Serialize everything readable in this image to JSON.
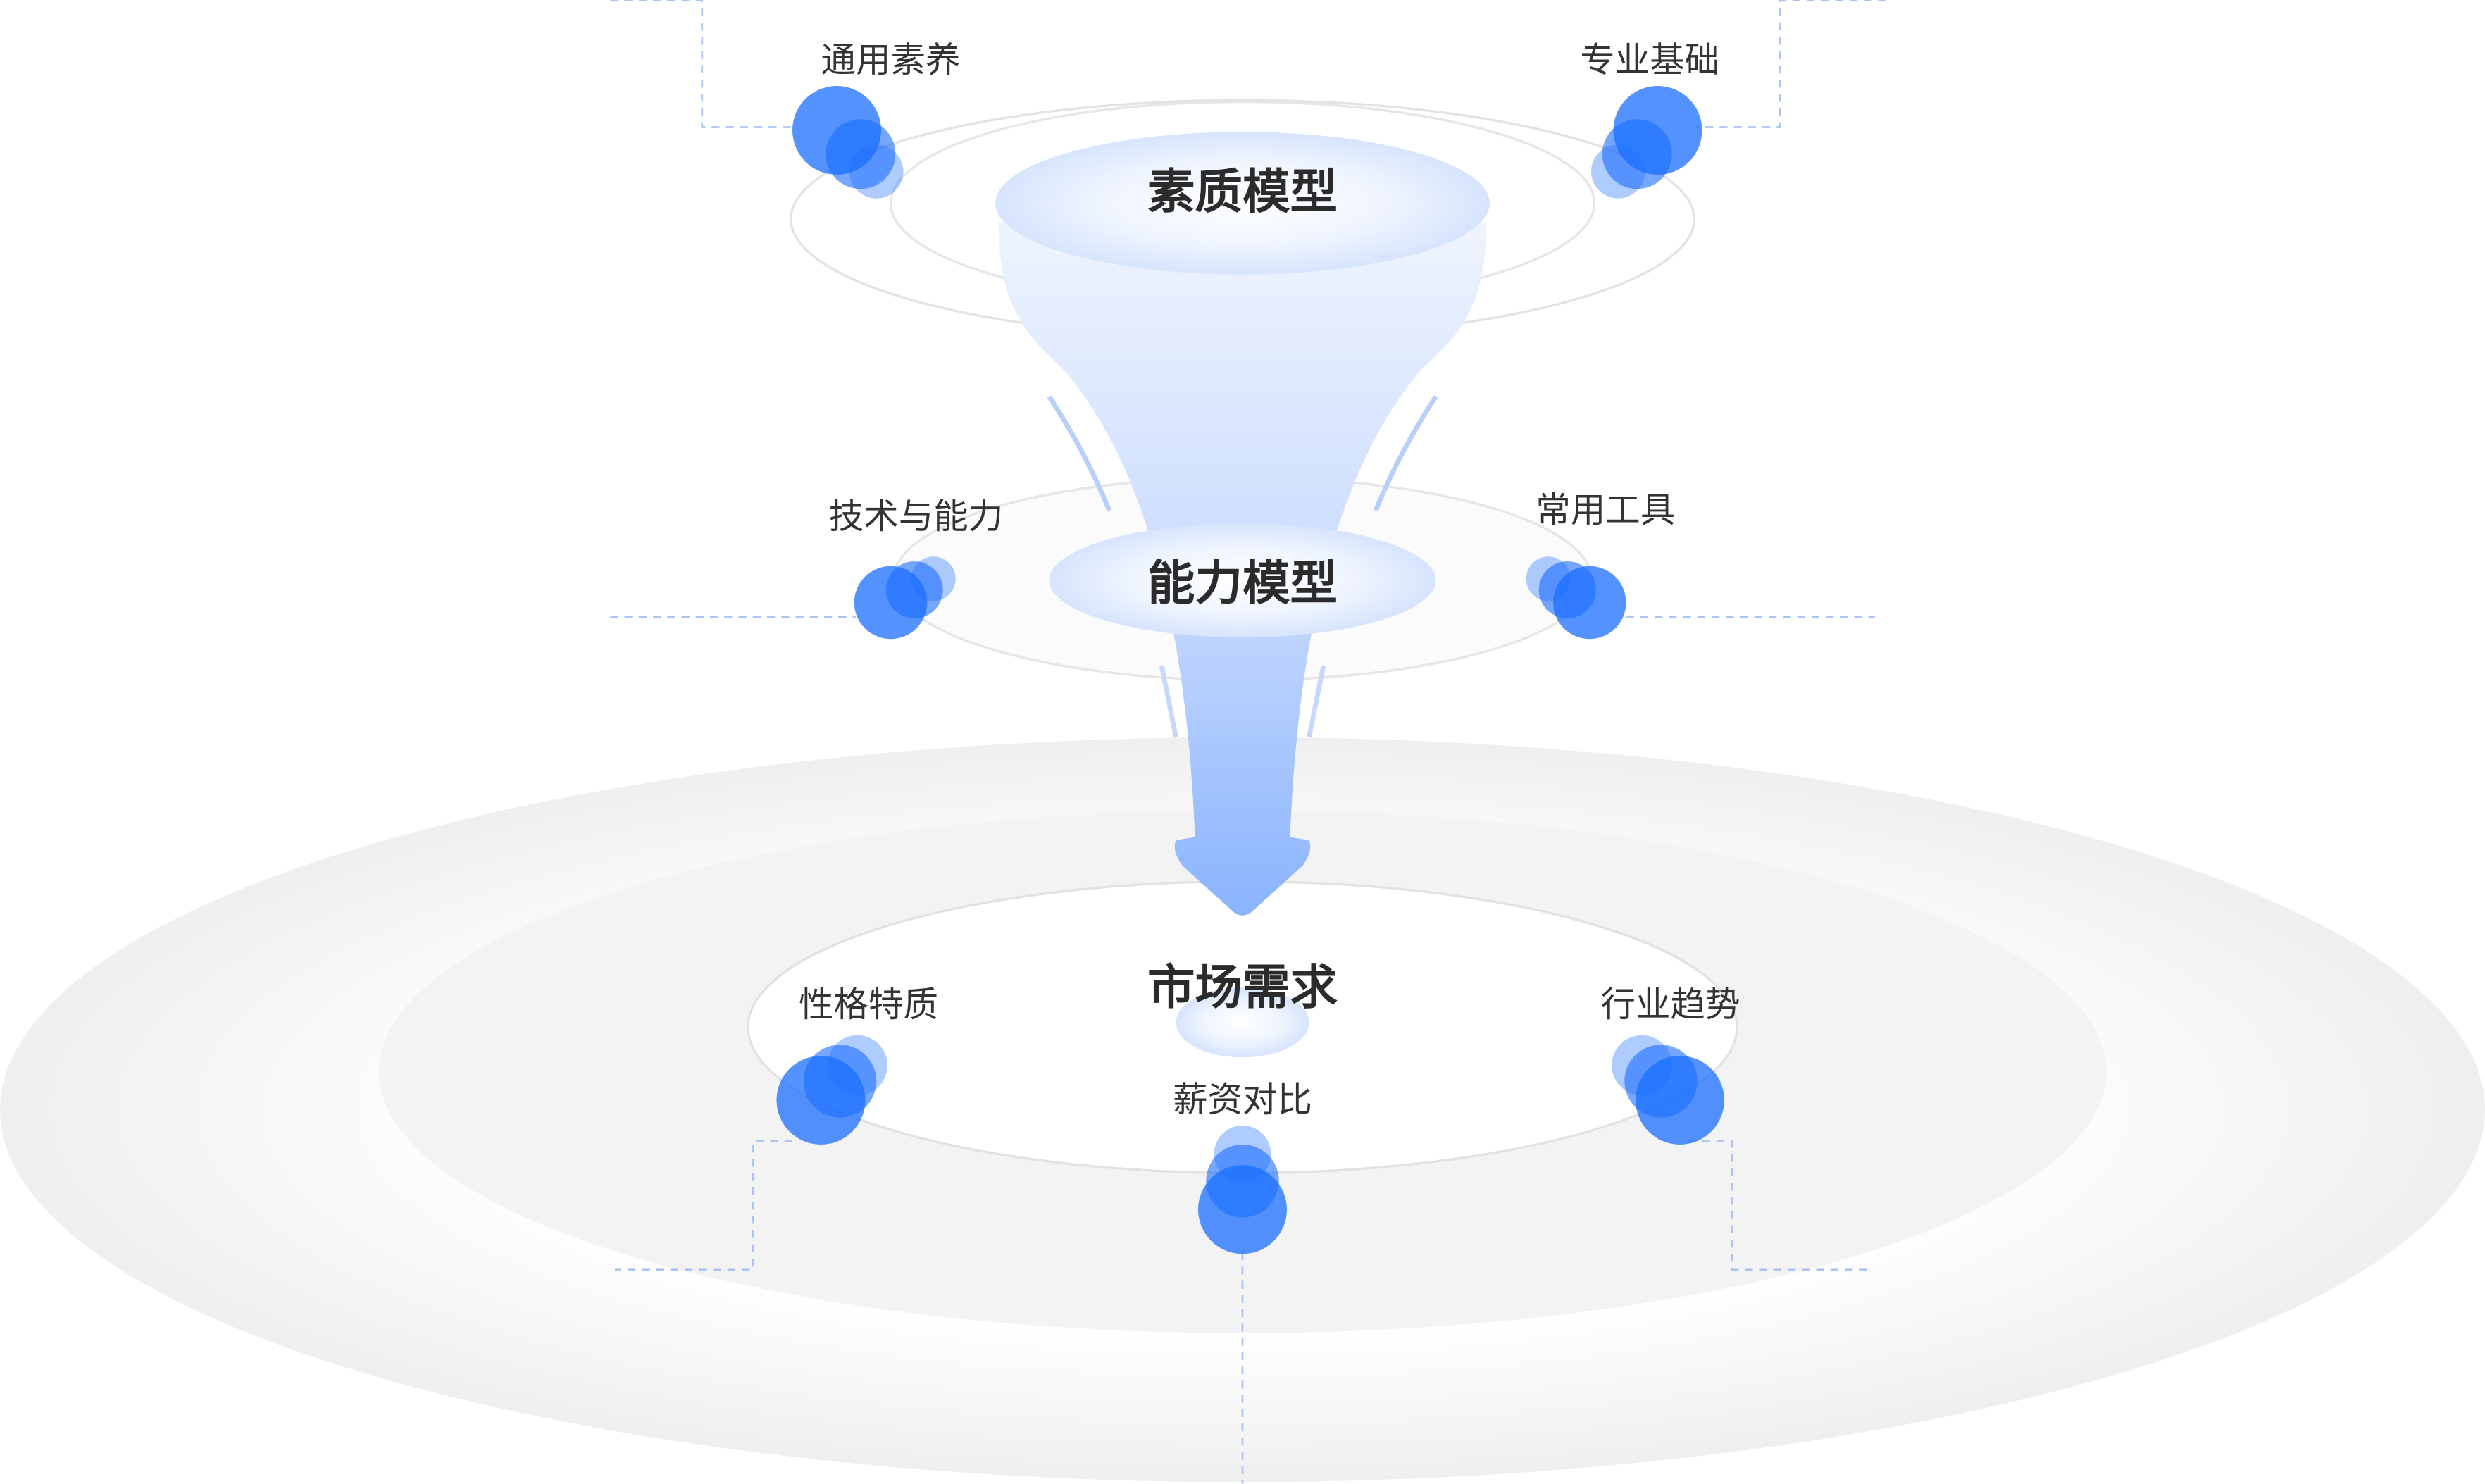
{
  "levels": {
    "top": {
      "title": "素质模型",
      "left_label": "通用素养",
      "right_label": "专业基础"
    },
    "middle": {
      "title": "能力模型",
      "left_label": "技术与能力",
      "right_label": "常用工具"
    },
    "bottom": {
      "title": "市场需求",
      "left_label": "性格特质",
      "right_label": "行业趋势",
      "center_label": "薪资对比"
    }
  },
  "colors": {
    "accent": "#1a6dff",
    "funnel": "#8fb6ff",
    "dashed_line": "#a9c4f5",
    "text": "#333333"
  }
}
